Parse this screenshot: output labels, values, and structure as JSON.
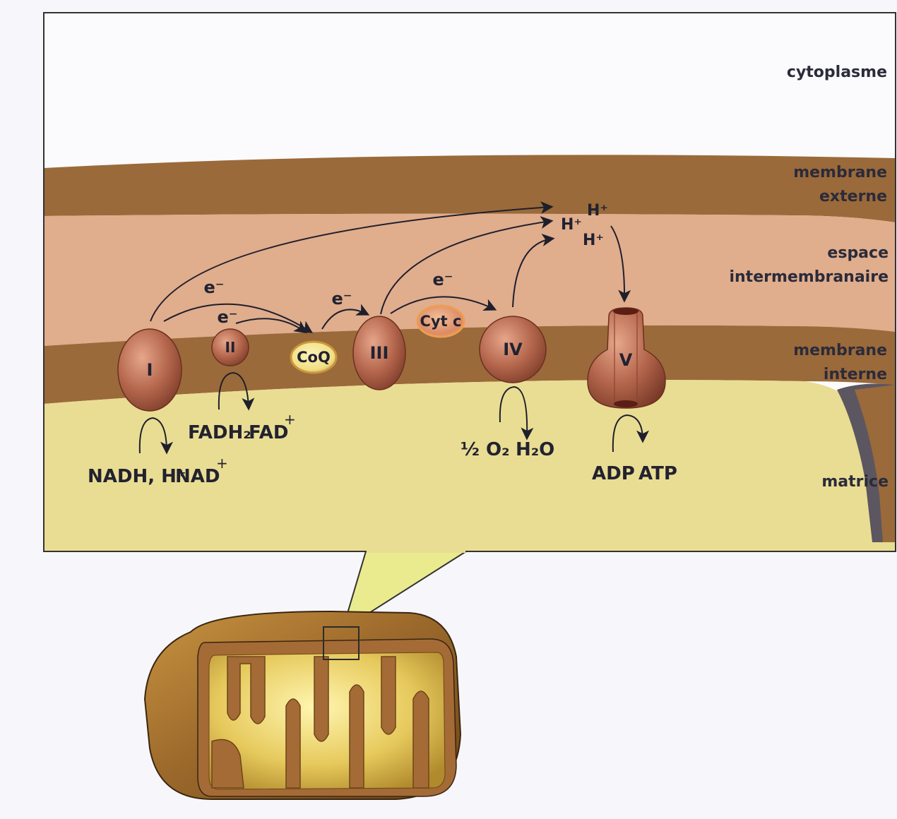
{
  "zones": {
    "cytoplasm": "cytoplasme",
    "outer_membrane": [
      "membrane",
      "externe"
    ],
    "intermembrane_space": [
      "espace",
      "intermembranaire"
    ],
    "inner_membrane": [
      "membrane",
      "interne"
    ],
    "matrix": "matrice"
  },
  "complexes": {
    "c1": "I",
    "c2": "II",
    "coq": "CoQ",
    "c3": "III",
    "cytc": "Cyt c",
    "c4": "IV",
    "c5": "V"
  },
  "reactions": {
    "c1": {
      "substrate": "NADH, H⁺",
      "product": "NAD",
      "product_sup": "+"
    },
    "c2": {
      "substrate": "FADH₂",
      "product": "FAD",
      "product_sup": "+"
    },
    "c4": {
      "substrate": "½ O₂",
      "product": "H₂O"
    },
    "c5": {
      "substrate": "ADP",
      "product": "ATP"
    }
  },
  "electron": "e⁻",
  "proton": "H⁺",
  "colors": {
    "cytoplasm": "#fbfbfd",
    "outer_membrane": "#9b6a3a",
    "intermembrane": "#e0ad8d",
    "inner_membrane": "#9b6a3a",
    "matrix": "#e9dd93",
    "protein": "#b4664c",
    "coq_fill": "#f1df84",
    "frame": "#333333"
  }
}
